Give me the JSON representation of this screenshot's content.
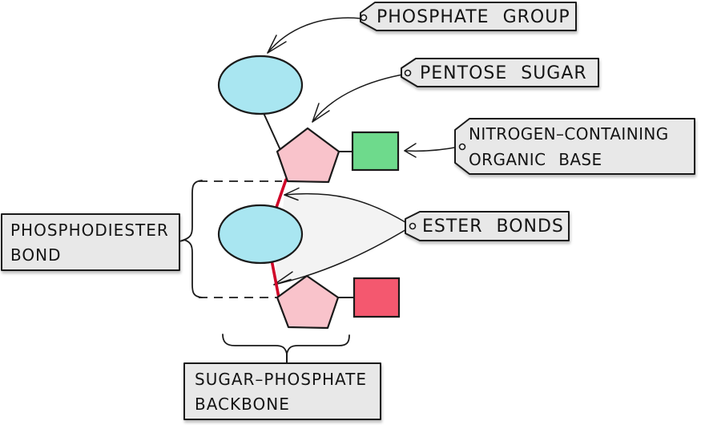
{
  "diagram": {
    "title_semantic": "nucleotide structure with phosphodiester bond",
    "labels": {
      "phosphate_group": "PHOSPHATE GROUP",
      "pentose_sugar": "PENTOSE SUGAR",
      "nitrogen_base_line1": "NITROGEN–CONTAINING",
      "nitrogen_base_line2": "ORGANIC BASE",
      "ester_bonds": "ESTER BONDS",
      "phosphodiester_line1": "PHOSPHODIESTER",
      "phosphodiester_line2": "BOND",
      "backbone_line1": "SUGAR–PHOSPHATE",
      "backbone_line2": "BACKBONE"
    },
    "colors": {
      "phosphate_fill": "#a9e6f1",
      "sugar_fill": "#f9c3cb",
      "base_green_fill": "#6eda8c",
      "base_red_fill": "#f4586f",
      "bond_red": "#d00428",
      "label_fill": "#e8e8e8",
      "tag_hole_fill": "#f2f2f2",
      "wedge_fill": "#f3f3f3",
      "outline": "#1a1a1a"
    }
  }
}
